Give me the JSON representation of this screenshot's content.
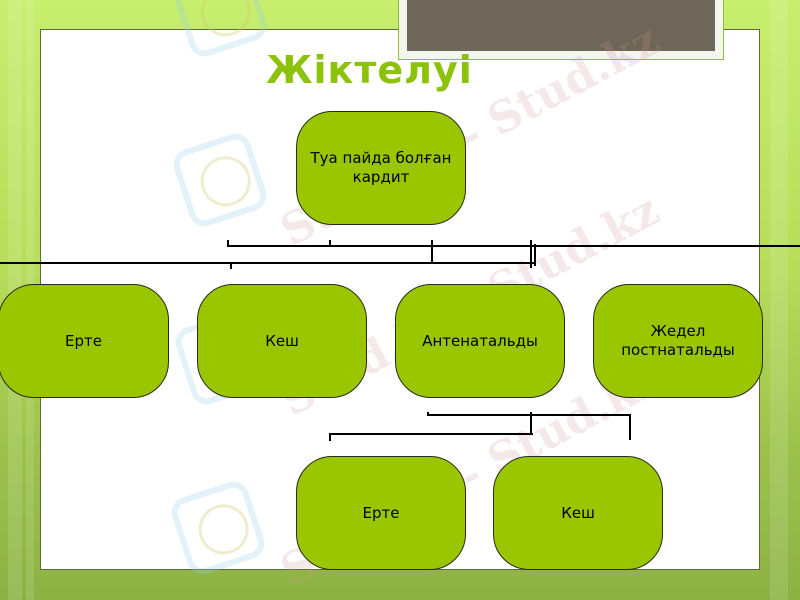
{
  "slide": {
    "title": "Жіктелуі",
    "colors": {
      "background_green": "#b6dc5a",
      "title_green": "#8cc20a",
      "node_fill": "#99c600",
      "node_border": "#2a2a1a",
      "placeholder_brown": "#6e6658",
      "panel": "#ffffff"
    }
  },
  "diagram": {
    "root": {
      "label": "Туа пайда болған кардит"
    },
    "level1": [
      {
        "label": "Ерте"
      },
      {
        "label": "Кеш"
      },
      {
        "label": "Антенатальды"
      },
      {
        "label": "Жедел постнатальды"
      }
    ],
    "level2": [
      {
        "label": "Ерте"
      },
      {
        "label": "Кеш"
      }
    ]
  },
  "watermark": {
    "text": "Stud.kz - Stud.kz"
  }
}
